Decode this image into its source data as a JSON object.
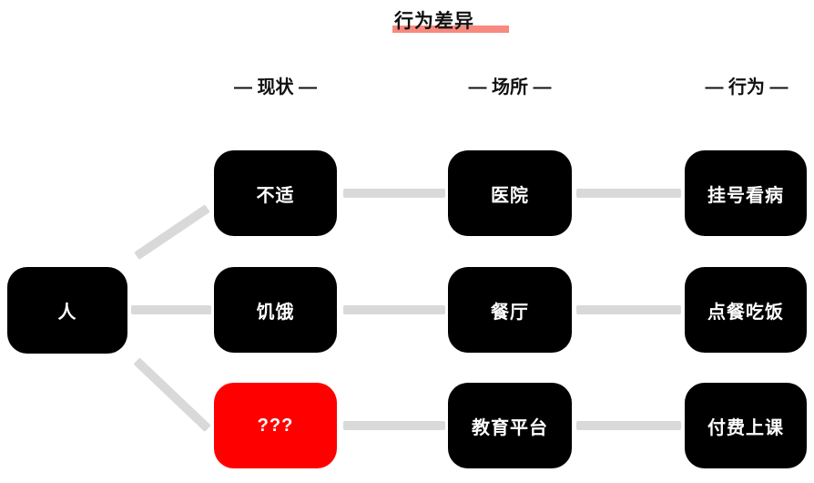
{
  "title": {
    "text": "行为差异"
  },
  "headers": [
    {
      "label": "— 现状 —"
    },
    {
      "label": "— 场所 —"
    },
    {
      "label": "— 行为 —"
    }
  ],
  "root": {
    "label": "人"
  },
  "rows": [
    {
      "state": "不适",
      "place": "医院",
      "behavior": "挂号看病"
    },
    {
      "state": "饥饿",
      "place": "餐厅",
      "behavior": "点餐吃饭"
    },
    {
      "state": "???",
      "place": "教育平台",
      "behavior": "付费上课"
    }
  ],
  "colors": {
    "node_fill": "#000000",
    "highlight_node_fill": "#ff0000",
    "node_text": "#ffffff",
    "connector": "#d9d9d9",
    "title_underline": "#f8897e",
    "heading_text": "#111111"
  }
}
